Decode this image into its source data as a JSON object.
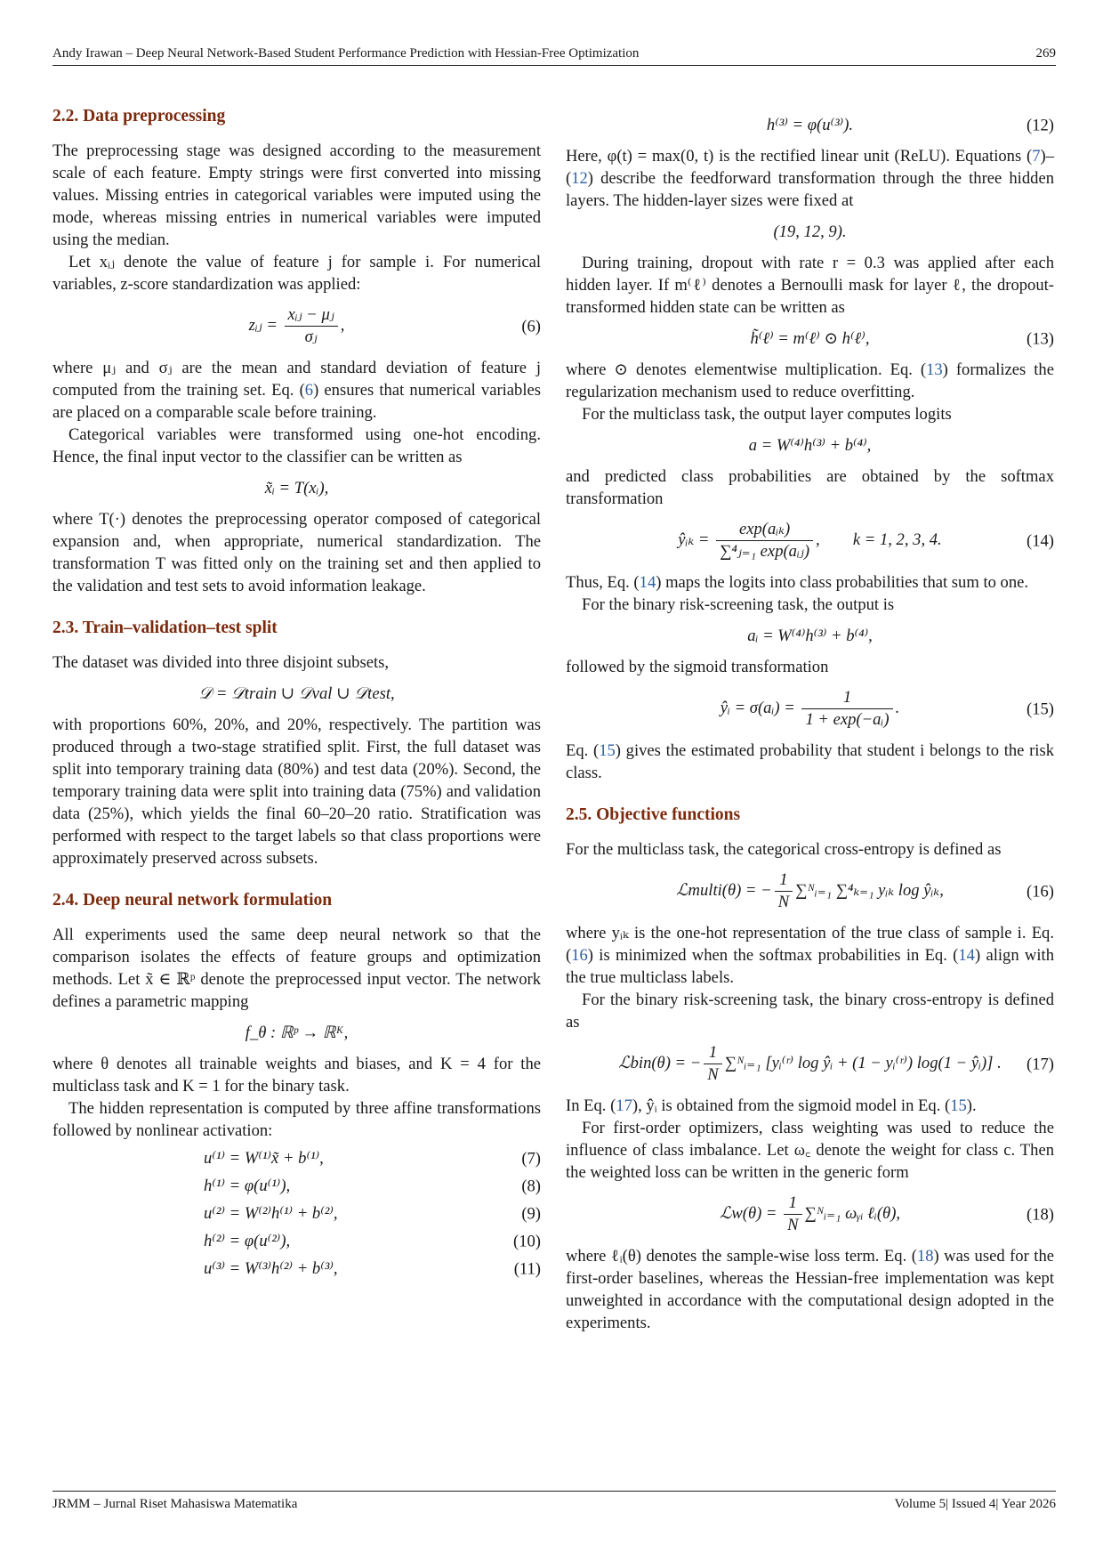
{
  "header": {
    "title": "Andy Irawan – Deep Neural Network-Based Student Performance Prediction with Hessian-Free Optimization",
    "page": "269"
  },
  "footer": {
    "journal": "JRMM – Jurnal Riset Mahasiswa Matematika",
    "volume": "Volume 5| Issued 4| Year 2026"
  },
  "colors": {
    "heading": "#7b2a0c",
    "reference": "#2f5fa0"
  },
  "left": [
    {
      "type": "heading",
      "text": "2.2. Data preprocessing"
    },
    {
      "type": "p",
      "seg": [
        "The preprocessing stage was designed according to the measurement scale of each feature. Empty strings were first converted into missing values. Missing entries in categorical variables were imputed using the mode, whereas missing entries in numerical variables were imputed using the median."
      ]
    },
    {
      "type": "p",
      "indent": true,
      "seg": [
        "Let xᵢⱼ denote the value of feature j for sample i. For numerical variables, z-score standardization was applied:"
      ]
    },
    {
      "type": "eq",
      "lhs": "zᵢⱼ = ",
      "num": "xᵢⱼ − μⱼ",
      "den": "σⱼ",
      "rhs": ",",
      "tag": "(6)"
    },
    {
      "type": "p",
      "seg": [
        "where μⱼ and σⱼ are the mean and standard deviation of feature j computed from the training set. Eq. (",
        {
          "ref": "6"
        },
        ") ensures that numerical variables are placed on a comparable scale before training."
      ]
    },
    {
      "type": "p",
      "indent": true,
      "seg": [
        "Categorical variables were transformed using one-hot encoding. Hence, the final input vector to the classifier can be written as"
      ]
    },
    {
      "type": "eq",
      "lhs": "x̃ᵢ = T(xᵢ),"
    },
    {
      "type": "p",
      "seg": [
        "where T(·) denotes the preprocessing operator composed of categorical expansion and, when appropriate, numerical standardization. The transformation T was fitted only on the training set and then applied to the validation and test sets to avoid information leakage."
      ]
    },
    {
      "type": "heading",
      "text": "2.3. Train–validation–test split"
    },
    {
      "type": "p",
      "seg": [
        "The dataset was divided into three disjoint subsets,"
      ]
    },
    {
      "type": "eq",
      "lhs": "𝒟 = 𝒟train ∪ 𝒟val ∪ 𝒟test,"
    },
    {
      "type": "p",
      "seg": [
        "with proportions 60%, 20%, and 20%, respectively. The partition was produced through a two-stage stratified split. First, the full dataset was split into temporary training data (80%) and test data (20%). Second, the temporary training data were split into training data (75%) and validation data (25%), which yields the final 60–20–20 ratio. Stratification was performed with respect to the target labels so that class proportions were approximately preserved across subsets."
      ]
    },
    {
      "type": "heading",
      "text": "2.4. Deep neural network formulation"
    },
    {
      "type": "p",
      "seg": [
        "All experiments used the same deep neural network so that the comparison isolates the effects of feature groups and optimization methods. Let x̃ ∈ ℝᵖ denote the preprocessed input vector. The network defines a parametric mapping"
      ]
    },
    {
      "type": "eq",
      "lhs": "f_θ : ℝᵖ → ℝᴷ,"
    },
    {
      "type": "p",
      "seg": [
        "where θ denotes all trainable weights and biases, and K = 4 for the multiclass task and K = 1 for the binary task."
      ]
    },
    {
      "type": "p",
      "indent": true,
      "seg": [
        "The hidden representation is computed by three affine transformations followed by nonlinear activation:"
      ]
    },
    {
      "type": "eqs",
      "items": [
        {
          "lhs": "u⁽¹⁾ = W⁽¹⁾x̃ + b⁽¹⁾,",
          "tag": "(7)"
        },
        {
          "lhs": "h⁽¹⁾ = φ(u⁽¹⁾),",
          "tag": "(8)"
        },
        {
          "lhs": "u⁽²⁾ = W⁽²⁾h⁽¹⁾ + b⁽²⁾,",
          "tag": "(9)"
        },
        {
          "lhs": "h⁽²⁾ = φ(u⁽²⁾),",
          "tag": "(10)"
        },
        {
          "lhs": "u⁽³⁾ = W⁽³⁾h⁽²⁾ + b⁽³⁾,",
          "tag": "(11)"
        }
      ]
    }
  ],
  "right": [
    {
      "type": "eq",
      "lhs": "h⁽³⁾ = φ(u⁽³⁾).",
      "tag": "(12)"
    },
    {
      "type": "p",
      "seg": [
        "Here, φ(t) = max(0, t) is the rectified linear unit (ReLU). Equations (",
        {
          "ref": "7"
        },
        ")–(",
        {
          "ref": "12"
        },
        ") describe the feedforward transformation through the three hidden layers. The hidden-layer sizes were fixed at"
      ]
    },
    {
      "type": "eq",
      "lhs": "(19, 12, 9)."
    },
    {
      "type": "p",
      "indent": true,
      "seg": [
        "During training, dropout with rate r = 0.3 was applied after each hidden layer. If m⁽ℓ⁾ denotes a Bernoulli mask for layer ℓ, the dropout-transformed hidden state can be written as"
      ]
    },
    {
      "type": "eq",
      "lhs": "h̃⁽ℓ⁾ = m⁽ℓ⁾ ⊙ h⁽ℓ⁾,",
      "tag": "(13)"
    },
    {
      "type": "p",
      "seg": [
        "where ⊙ denotes elementwise multiplication. Eq. (",
        {
          "ref": "13"
        },
        ") formalizes the regularization mechanism used to reduce overfitting."
      ]
    },
    {
      "type": "p",
      "indent": true,
      "seg": [
        "For the multiclass task, the output layer computes logits"
      ]
    },
    {
      "type": "eq",
      "lhs": "a = W⁽⁴⁾h⁽³⁾ + b⁽⁴⁾,"
    },
    {
      "type": "p",
      "seg": [
        "and predicted class probabilities are obtained by the softmax transformation"
      ]
    },
    {
      "type": "eq",
      "lhs": "ŷᵢₖ = ",
      "num": "exp(aᵢₖ)",
      "den": "∑⁴ⱼ₌₁ exp(aᵢⱼ)",
      "rhs": ",        k = 1, 2, 3, 4.",
      "tag": "(14)"
    },
    {
      "type": "p",
      "seg": [
        "Thus, Eq. (",
        {
          "ref": "14"
        },
        ") maps the logits into class probabilities that sum to one."
      ]
    },
    {
      "type": "p",
      "indent": true,
      "seg": [
        "For the binary risk-screening task, the output is"
      ]
    },
    {
      "type": "eq",
      "lhs": "aᵢ = W⁽⁴⁾h⁽³⁾ + b⁽⁴⁾,"
    },
    {
      "type": "p",
      "seg": [
        "followed by the sigmoid transformation"
      ]
    },
    {
      "type": "eq",
      "lhs": "ŷᵢ = σ(aᵢ) = ",
      "num": "1",
      "den": "1 + exp(−aᵢ)",
      "rhs": ".",
      "tag": "(15)"
    },
    {
      "type": "p",
      "seg": [
        "Eq. (",
        {
          "ref": "15"
        },
        ") gives the estimated probability that student i belongs to the risk class."
      ]
    },
    {
      "type": "heading",
      "text": "2.5. Objective functions"
    },
    {
      "type": "p",
      "seg": [
        "For the multiclass task, the categorical cross-entropy is defined as"
      ]
    },
    {
      "type": "eq",
      "lhs": "ℒmulti(θ) = −",
      "num": "1",
      "den": "N",
      "rhs": "∑ᴺᵢ₌₁ ∑⁴ₖ₌₁ yᵢₖ log ŷᵢₖ,",
      "tag": "(16)"
    },
    {
      "type": "p",
      "seg": [
        "where yᵢₖ is the one-hot representation of the true class of sample i. Eq. (",
        {
          "ref": "16"
        },
        ") is minimized when the softmax probabilities in Eq. (",
        {
          "ref": "14"
        },
        ") align with the true multiclass labels."
      ]
    },
    {
      "type": "p",
      "indent": true,
      "seg": [
        "For the binary risk-screening task, the binary cross-entropy is defined as"
      ]
    },
    {
      "type": "eq",
      "lhs": "ℒbin(θ) = −",
      "num": "1",
      "den": "N",
      "rhs": "∑ᴺᵢ₌₁ [yᵢ⁽ʳ⁾ log ŷᵢ + (1 − yᵢ⁽ʳ⁾) log(1 − ŷᵢ)] .",
      "tag": "(17)"
    },
    {
      "type": "p",
      "seg": [
        "In Eq. (",
        {
          "ref": "17"
        },
        "), ŷᵢ is obtained from the sigmoid model in Eq. (",
        {
          "ref": "15"
        },
        ")."
      ]
    },
    {
      "type": "p",
      "indent": true,
      "seg": [
        "For first-order optimizers, class weighting was used to reduce the influence of class imbalance. Let ω꜀ denote the weight for class c. Then the weighted loss can be written in the generic form"
      ]
    },
    {
      "type": "eq",
      "lhs": "ℒw(θ) = ",
      "num": "1",
      "den": "N",
      "rhs": "∑ᴺᵢ₌₁ ωᵧᵢ ℓᵢ(θ),",
      "tag": "(18)"
    },
    {
      "type": "p",
      "seg": [
        "where ℓᵢ(θ) denotes the sample-wise loss term. Eq. (",
        {
          "ref": "18"
        },
        ") was used for the first-order baselines, whereas the Hessian-free implementation was kept unweighted in accordance with the computational design adopted in the experiments."
      ]
    }
  ]
}
